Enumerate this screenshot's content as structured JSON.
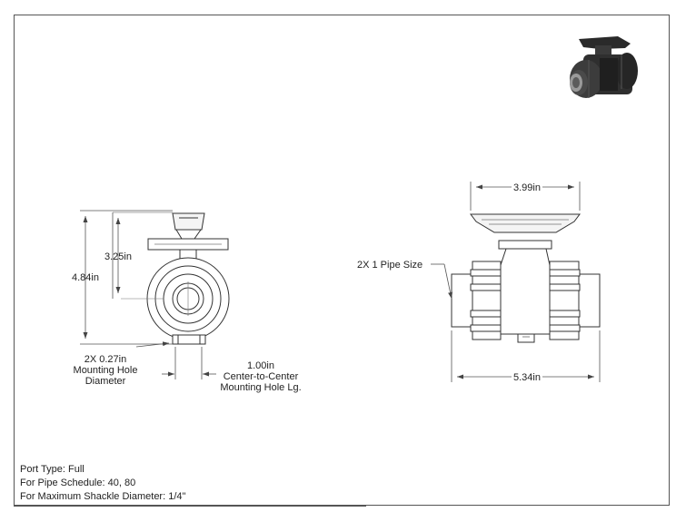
{
  "dimensions": {
    "overall_height": "4.84in",
    "handle_height": "3.25in",
    "mounting_hole": [
      "2X 0.27in",
      "Mounting Hole",
      "Diameter"
    ],
    "hole_spacing": [
      "1.00in",
      "Center-to-Center",
      "Mounting Hole Lg."
    ],
    "handle_width": "3.99in",
    "pipe_size": "2X 1  Pipe Size",
    "overall_length": "5.34in"
  },
  "notes": [
    "Port Type: Full",
    "For Pipe Schedule: 40, 80",
    "For Maximum Shackle Diameter: 1/4\""
  ],
  "colors": {
    "line": "#333333",
    "dim": "#555555",
    "render": "#2a2a2a"
  }
}
